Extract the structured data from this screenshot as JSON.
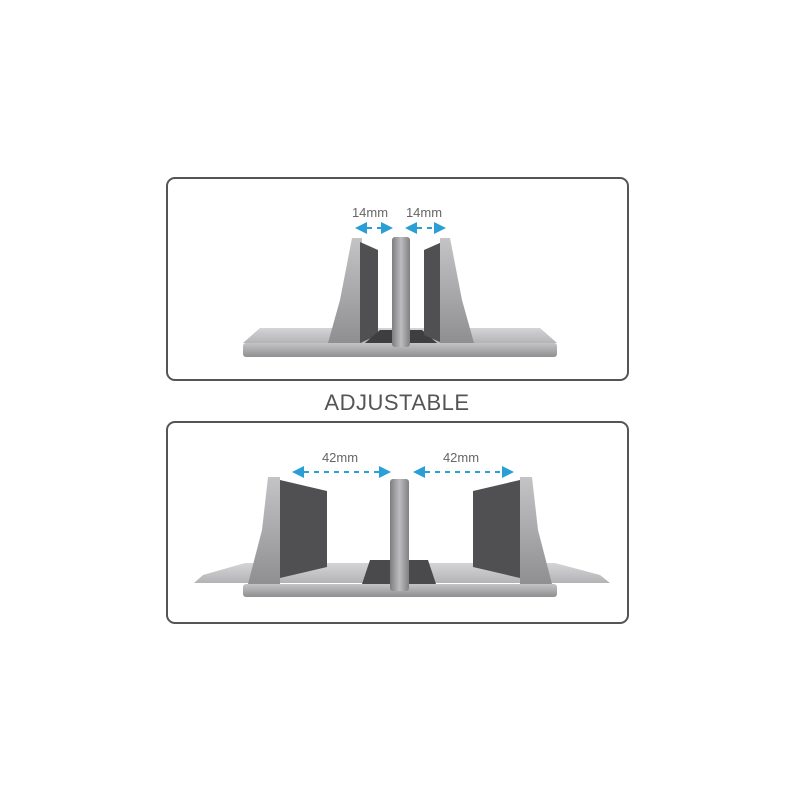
{
  "heading": "ADJUSTABLE",
  "top_panel": {
    "labels": [
      "14mm",
      "14mm"
    ]
  },
  "bottom_panel": {
    "labels": [
      "42mm",
      "42mm"
    ]
  },
  "colors": {
    "arrow": "#2a9fd6",
    "border": "#555555",
    "metal": "#a9a9ab",
    "dark_panel": "#505052"
  }
}
